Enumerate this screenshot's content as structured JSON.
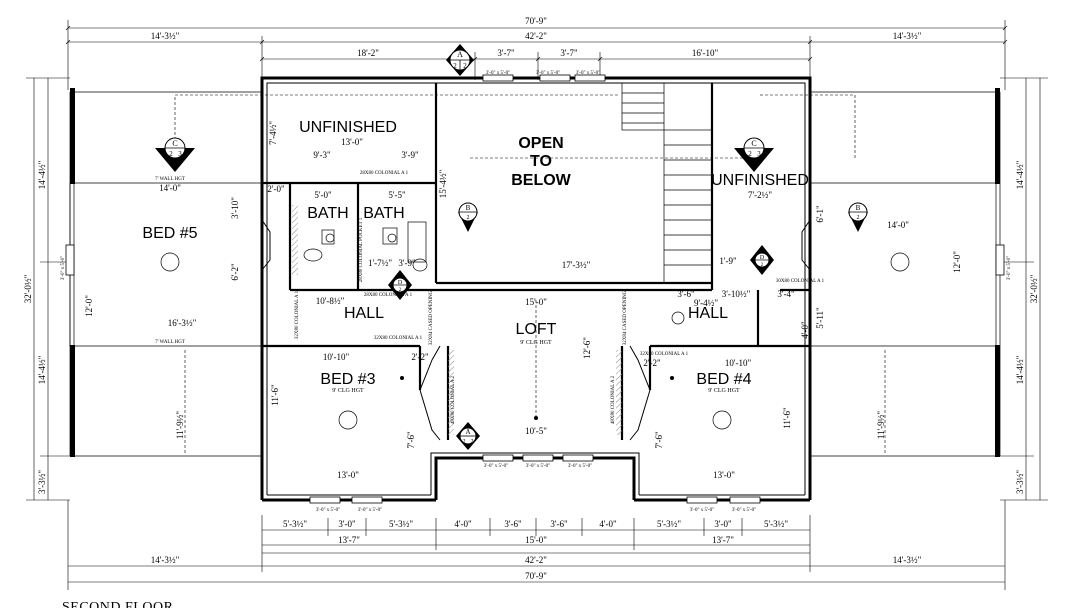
{
  "drawing": {
    "title": "SECOND FLOOR",
    "rooms": {
      "unfinished_left": "UNFINISHED",
      "unfinished_right": "UNFINISHED",
      "open_line1": "OPEN",
      "open_line2": "TO",
      "open_line3": "BELOW",
      "bed5": "BED #5",
      "bed3": "BED #3",
      "bed4": "BED #4",
      "bath1": "BATH",
      "bath2": "BATH",
      "hall_left": "HALL",
      "hall_right": "HALL",
      "loft": "LOFT"
    },
    "ceiling": {
      "wall7_top": "7' WALL HGT",
      "wall7_bottom": "7' WALL HGT",
      "loft": "9' CLG HGT",
      "bed3": "9' CLG HGT",
      "bed4": "9' CLG HGT"
    },
    "dims": {
      "top_overall": "70'-9\"",
      "top_left": "14'-3½\"",
      "top_mid": "42'-2\"",
      "top_right": "14'-3½\"",
      "seg_18_2": "18'-2\"",
      "seg_3_7a": "3'-7\"",
      "seg_3_7b": "3'-7\"",
      "seg_16_10": "16'-10\"",
      "bot_a": "5'-3½\"",
      "bot_b": "3'-0\"",
      "bot_c": "5'-3½\"",
      "bot_d": "4'-0\"",
      "bot_e": "3'-6\"",
      "bot_f": "3'-6\"",
      "bot_g": "4'-0\"",
      "bot_h": "5'-3½\"",
      "bot_i": "3'-0\"",
      "bot_j": "5'-3½\"",
      "bot_13_7a": "13'-7\"",
      "bot_15_0": "15'-0\"",
      "bot_13_7b": "13'-7\"",
      "bot_left": "14'-3½\"",
      "bot_mid": "42'-2\"",
      "bot_right": "14'-3½\"",
      "bot_overall": "70'-9\"",
      "left_overall": "32'-0½\"",
      "left_top": "14'-4½\"",
      "left_mid": "14'-4½\"",
      "left_bot": "3'-3½\"",
      "right_overall": "32'-0½\"",
      "right_top": "14'-4½\"",
      "right_mid": "14'-4½\"",
      "right_bot": "3'-3½\"",
      "unf_13_0": "13'-0\"",
      "unf_9_3": "9'-3\"",
      "unf_3_9": "3'-9\"",
      "unf_7_4": "7'-4½\"",
      "bed5_14_0": "14'-0\"",
      "bed5_16_3": "16'-3½\"",
      "bed5_12_0": "12'-0\"",
      "bed5_6_2": "6'-2\"",
      "bed5_3_10": "3'-10\"",
      "bath_5_0": "5'-0\"",
      "bath_5_5": "5'-5\"",
      "bath_2_0": "2'-0\"",
      "hall_10_8": "10'-8½\"",
      "hall_1_7": "1'-7½\"",
      "hall_3_9": "3'-9\"",
      "open_15_4": "15'-4½\"",
      "open_17_3": "17'-3½\"",
      "loft_15_0": "15'-0\"",
      "loft_12_6": "12'-6\"",
      "loft_10_5": "10'-5\"",
      "bed3_10_10": "10'-10\"",
      "bed3_11_6": "11'-6\"",
      "bed3_11_9": "11'-9½\"",
      "bed3_13_0": "13'-0\"",
      "bed3_7_6": "7'-6\"",
      "bed3_2_2": "2'-2\"",
      "bed4_10_10": "10'-10\"",
      "bed4_11_6": "11'-6\"",
      "bed4_11_9": "11'-9½\"",
      "bed4_13_0": "13'-0\"",
      "bed4_7_6": "7'-6\"",
      "bed4_2_2": "2'-2\"",
      "right_14_0": "14'-0\"",
      "right_12_0": "12'-0\"",
      "right_6_1": "6'-1\"",
      "right_7_2": "7'-2½\"",
      "right_9_4": "9'-4½\"",
      "right_3_6": "3'-6\"",
      "right_3_10": "3'-10½\"",
      "right_3_4": "3'-4\"",
      "right_5_11": "5'-11\"",
      "right_1_9": "1'-9\"",
      "right_4_0": "4'-0\""
    },
    "notes": {
      "win_top1": "3'-0\" x 5'-0\"",
      "win_top2": "3'-0\" x 5'-0\"",
      "win_top3": "3'-0\" x 5'-0\"",
      "win_bl1": "3'-0\" x 5'-0\"",
      "win_bl2": "3'-0\" x 5'-0\"",
      "win_bm1": "3'-0\" x 5'-0\"",
      "win_bm2": "3'-0\" x 5'-0\"",
      "win_bm3": "3'-0\" x 5'-0\"",
      "win_br1": "3'-0\" x 5'-0\"",
      "win_br2": "3'-0\" x 5'-0\"",
      "win_left": "3'-0\" x 5'-0\"",
      "win_right": "3'-0\" x 5'-0\"",
      "door_28x80_1": "28X80 COLONIAL A 1",
      "door_28x80_2": "28X80 COLONIAL A 1",
      "door_32x80_l": "32X80 COLONIAL A 1",
      "door_32x80_r": "32X80 COLONIAL A 1",
      "door_32x80_lr": "32X80 COLONIAL A 1",
      "door_cased_l": "32X84 CASED OPENING",
      "door_cased_r": "32X84 CASED OPENING",
      "door_48x80_l": "48X80 COLONIAL A 2",
      "door_48x80_r": "48X80 COLONIAL A 2",
      "door_pocket": "28X80 COLONIAL POCKET 1",
      "door_30x80_r": "30X80 COLONIAL A 1"
    },
    "markers": {
      "A_top_letter": "A",
      "A_top_l": "2",
      "A_top_r": "2",
      "A_bot_letter": "A",
      "A_bot_l": "2",
      "A_bot_r": "2",
      "C_left_letter": "C",
      "C_left_l": "2",
      "C_left_r": "3",
      "C_right_letter": "C",
      "C_right_l": "2",
      "C_right_r": "3",
      "B_mid_letter": "B",
      "B_mid_num": "2",
      "B_right_letter": "B",
      "B_right_num": "2",
      "D_left_letter": "D",
      "D_left_num": "2",
      "D_right_letter": "D",
      "D_right_num": "2"
    }
  }
}
